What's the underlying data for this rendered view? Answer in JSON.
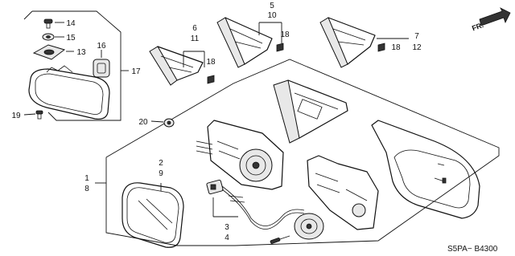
{
  "diagram": {
    "callouts": {
      "c1": "1",
      "c8": "8",
      "c2": "2",
      "c9": "9",
      "c3": "3",
      "c4": "4",
      "c5": "5",
      "c10": "10",
      "c6": "6",
      "c11": "11",
      "c7": "7",
      "c12": "12",
      "c13": "13",
      "c14": "14",
      "c15": "15",
      "c16": "16",
      "c17": "17",
      "c18a": "18",
      "c18b": "18",
      "c18c": "18",
      "c19": "19",
      "c20": "20"
    },
    "direction_label": "FR.",
    "diagram_code": "S5PA− B4300"
  }
}
